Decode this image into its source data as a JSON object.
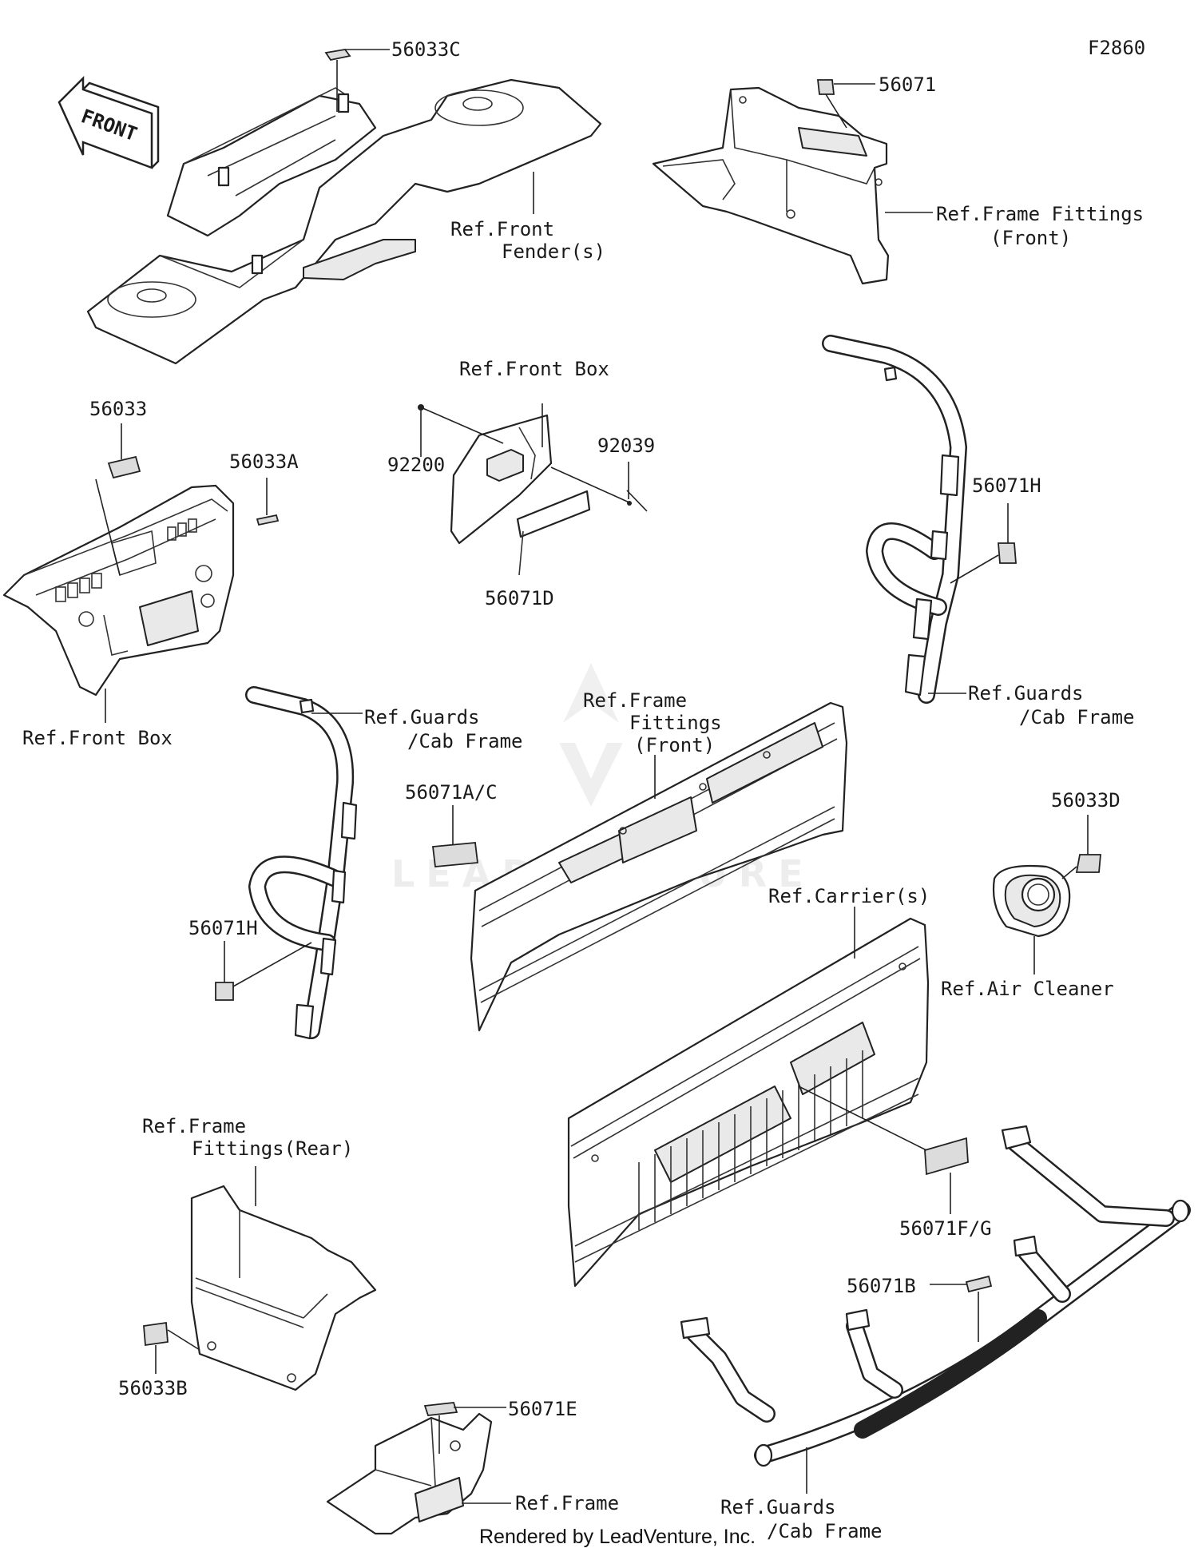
{
  "diagram_id": "F2860",
  "watermark": "LEADVENTURE",
  "front_arrow": "FRONT",
  "credit": "Rendered by LeadVenture, Inc.",
  "labels": {
    "p56033C": "56033C",
    "p56071": "56071",
    "ref_front_fender_1": "Ref.Front",
    "ref_front_fender_2": "Fender(s)",
    "ref_frame_fittings_front_tr_1": "Ref.Frame Fittings",
    "ref_frame_fittings_front_tr_2": "(Front)",
    "p56033": "56033",
    "p56033A": "56033A",
    "ref_front_box_mid": "Ref.Front Box",
    "p92200": "92200",
    "p92039": "92039",
    "p56071D": "56071D",
    "p56071H_right": "56071H",
    "ref_front_box_left": "Ref.Front Box",
    "ref_guards_cab_right_1": "Ref.Guards",
    "ref_guards_cab_right_2": "/Cab Frame",
    "ref_guards_cab_left_1": "Ref.Guards",
    "ref_guards_cab_left_2": "/Cab Frame",
    "ref_frame_fittings_front_mid_1": "Ref.Frame",
    "ref_frame_fittings_front_mid_2": "Fittings",
    "ref_frame_fittings_front_mid_3": "(Front)",
    "p56071AC": "56071A/C",
    "p56033D": "56033D",
    "p56071H_left": "56071H",
    "ref_carriers": "Ref.Carrier(s)",
    "ref_air_cleaner": "Ref.Air Cleaner",
    "ref_frame_fittings_rear_1": "Ref.Frame",
    "ref_frame_fittings_rear_2": "Fittings(Rear)",
    "p56071FG": "56071F/G",
    "p56071B": "56071B",
    "p56033B": "56033B",
    "p56071E": "56071E",
    "ref_frame": "Ref.Frame",
    "ref_guards_cab_bottom_1": "Ref.Guards",
    "ref_guards_cab_bottom_2": "/Cab Frame"
  }
}
